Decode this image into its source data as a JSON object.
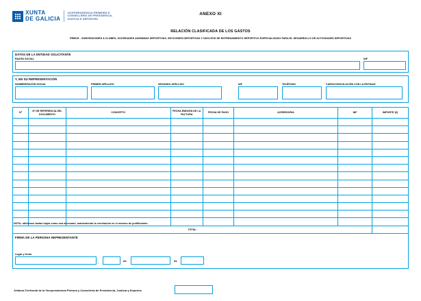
{
  "header": {
    "logo_line1": "XUNTA",
    "logo_line2": "DE GALICIA",
    "dept_line1": "VICEPRESIDENCIA PRIMEIRA E",
    "dept_line2": "CONSELLERÍA DE PRESIDENCIA,",
    "dept_line3": "XUSTIZA E DEPORTES",
    "anexo": "ANEXO XI",
    "relation_title": "RELACIÓN CLASIFICADA DE LOS GASTOS",
    "relation_subtitle": "PRMCE - SUBVENCIONES A CLUBES, SOCIEDADES ANÓNIMAS DEPORTIVAS, SECCIONES DEPORTIVAS Y NÚCLEOS DE ENTRENAMIENTO DEPORTIVO ESPECIALIZADO PARA EL DESARROLLO DE ACTIVIDADES DEPORTIVAS"
  },
  "section_entity": {
    "title": "DATOS DE LA ENTIDAD SOLICITANTE",
    "razon_social_label": "RAZÓN SOCIAL",
    "razon_social_value": "",
    "nif_label": "NIF",
    "nif_value": ""
  },
  "section_representation": {
    "title": "Y, EN SU REPRESENTACIÓN",
    "fields": [
      {
        "label": "NOMBRE/RAZÓN SOCIAL",
        "value": ""
      },
      {
        "label": "PRIMER APELLIDO",
        "value": ""
      },
      {
        "label": "SEGUNDO APELLIDO",
        "value": ""
      },
      {
        "label": "NIF",
        "value": ""
      },
      {
        "label": "TELÉFONO",
        "value": ""
      },
      {
        "label": "CARGO/VINCULACIÓN CON LA ENTIDAD",
        "value": ""
      }
    ]
  },
  "expense_table": {
    "columns": [
      "Nº",
      "Nº DE REFERENCIA DEL DOCUMENTO",
      "CONCEPTO",
      "FECHA EMISIÓN DE LA FACTURA",
      "FECHA DE PAGO",
      "ACREEDOR/A",
      "NIF",
      "IMPORTE (€)"
    ],
    "rows": [
      [
        "",
        "",
        "",
        "",
        "",
        "",
        "",
        ""
      ],
      [
        "",
        "",
        "",
        "",
        "",
        "",
        "",
        ""
      ],
      [
        "",
        "",
        "",
        "",
        "",
        "",
        "",
        ""
      ],
      [
        "",
        "",
        "",
        "",
        "",
        "",
        "",
        ""
      ],
      [
        "",
        "",
        "",
        "",
        "",
        "",
        "",
        ""
      ],
      [
        "",
        "",
        "",
        "",
        "",
        "",
        "",
        ""
      ],
      [
        "",
        "",
        "",
        "",
        "",
        "",
        "",
        ""
      ],
      [
        "",
        "",
        "",
        "",
        "",
        "",
        "",
        ""
      ],
      [
        "",
        "",
        "",
        "",
        "",
        "",
        "",
        ""
      ],
      [
        "",
        "",
        "",
        "",
        "",
        "",
        "",
        ""
      ],
      [
        "",
        "",
        "",
        "",
        "",
        "",
        "",
        ""
      ],
      [
        "",
        "",
        "",
        "",
        "",
        "",
        "",
        ""
      ],
      [
        "",
        "",
        "",
        "",
        "",
        "",
        "",
        ""
      ],
      [
        "",
        "",
        "",
        "",
        "",
        "",
        "",
        ""
      ]
    ],
    "total_label": "TOTAL:",
    "total_value": ""
  },
  "note": "NOTA: utilícense tantas hojas como sea necesario, manteniendo la correlación en el número de justificantes.",
  "signature": {
    "title": "FIRMA DE LA PERSONA REPRESENTANTE",
    "place_label": "Lugar y fecha",
    "place_value": "",
    "comma": ",",
    "day_value": "",
    "de1": "de",
    "month_value": "",
    "de2": "de",
    "year_value": ""
  },
  "footer": {
    "text": "Jefatura Territorial de la Vicepresidencia Primera y Consellería de Presidencia, Justicia y Deportes",
    "box_value": ""
  },
  "colors": {
    "accent_blue": "#00a0e0",
    "logo_blue": "#0a5ca8"
  }
}
